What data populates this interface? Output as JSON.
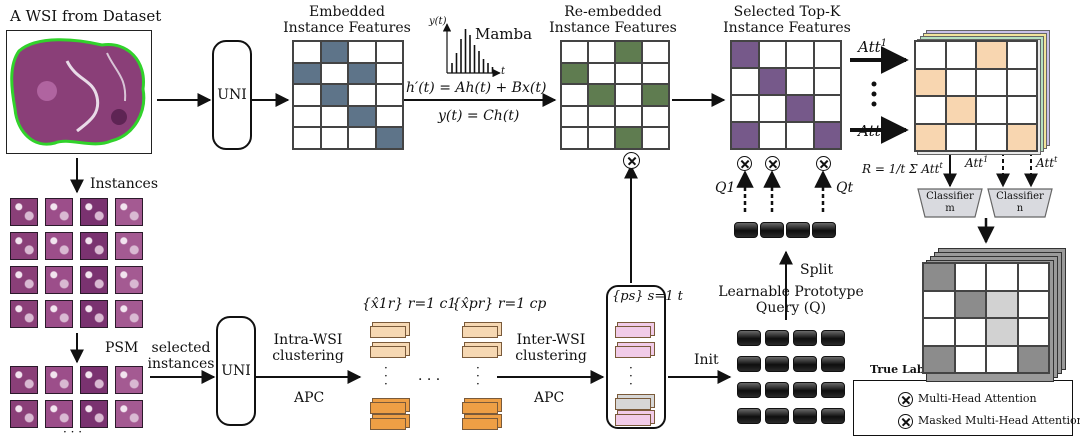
{
  "wsi": {
    "title": "A WSI from Dataset",
    "instances_label": "Instances",
    "psm_label": "PSM",
    "ellipsis": "· · ·"
  },
  "top": {
    "uni": "UNI",
    "embedded": "Embedded\nInstance Features",
    "reembedded": "Re-embedded\nInstance Features",
    "selected": "Selected Top-K\nInstance Features",
    "mamba": "Mamba",
    "hist_ylabel": "y(t)",
    "hist_xlabel": "t",
    "eq1": "h′(t) = Ah(t) + Bx(t)",
    "eq2": "y(t) = Ch(t)"
  },
  "bottom": {
    "selected_instances": "selected\ninstances",
    "uni": "UNI",
    "intra_clustering": "Intra-WSI\nclustering",
    "apc1": "APC",
    "set1": "{x̂1r} r=1 c1",
    "set2": "{x̂pr} r=1 cp",
    "dots": "· · ·",
    "inter_clustering": "Inter-WSI\nclustering",
    "apc2": "APC",
    "ps_set": "{ps} s=1 t",
    "init": "Init",
    "learnable": "Learnable Prototype\nQuery (Q)",
    "split": "Split"
  },
  "query": {
    "q1": "Q1",
    "qt": "Qt"
  },
  "right": {
    "att1": "Att",
    "att1_sup": "1",
    "attt": "Att",
    "attt_sup": "t",
    "r_formula": "R = 1/t Σ Att",
    "r_sup": "t",
    "att1b": "Att",
    "att1b_sup": "1",
    "atttb": "Att",
    "atttb_sup": "t",
    "classifier_m": "Classifier\nm",
    "classifier_n": "Classifier\nn",
    "true_label": "True Label"
  },
  "legend": {
    "mha": "Multi-Head Attention",
    "masked": "Masked Multi-Head Attention"
  },
  "colors": {
    "embedded": "#5e7489",
    "reembedded": "#5f7c50",
    "selected": "#76598a",
    "orange": "#f8d6b0",
    "tissue": "#8a3f78",
    "outline": "#31d22b",
    "cube_light": "#f6d8b3",
    "cube_dark": "#ee9f45",
    "ps_pink": "#f1cbe8",
    "ps_gray": "#d7d7d7"
  },
  "grids": {
    "embedded": [
      [
        0,
        1,
        0,
        0
      ],
      [
        1,
        0,
        1,
        0
      ],
      [
        0,
        1,
        0,
        0
      ],
      [
        0,
        0,
        1,
        0
      ],
      [
        0,
        0,
        0,
        1
      ]
    ],
    "reembedded": [
      [
        0,
        0,
        1,
        0
      ],
      [
        1,
        0,
        0,
        0
      ],
      [
        0,
        1,
        0,
        1
      ],
      [
        0,
        0,
        0,
        0
      ],
      [
        0,
        0,
        1,
        0
      ]
    ],
    "selected": [
      [
        1,
        0,
        0,
        0
      ],
      [
        0,
        1,
        0,
        0
      ],
      [
        0,
        0,
        1,
        0
      ],
      [
        1,
        0,
        0,
        1
      ]
    ],
    "att": [
      [
        0,
        0,
        1,
        0
      ],
      [
        1,
        0,
        0,
        0
      ],
      [
        0,
        1,
        0,
        0
      ],
      [
        1,
        0,
        0,
        1
      ]
    ],
    "truelabel": [
      [
        2,
        0,
        0,
        0
      ],
      [
        0,
        2,
        1,
        0
      ],
      [
        0,
        0,
        1,
        0
      ],
      [
        2,
        0,
        0,
        2
      ]
    ]
  }
}
